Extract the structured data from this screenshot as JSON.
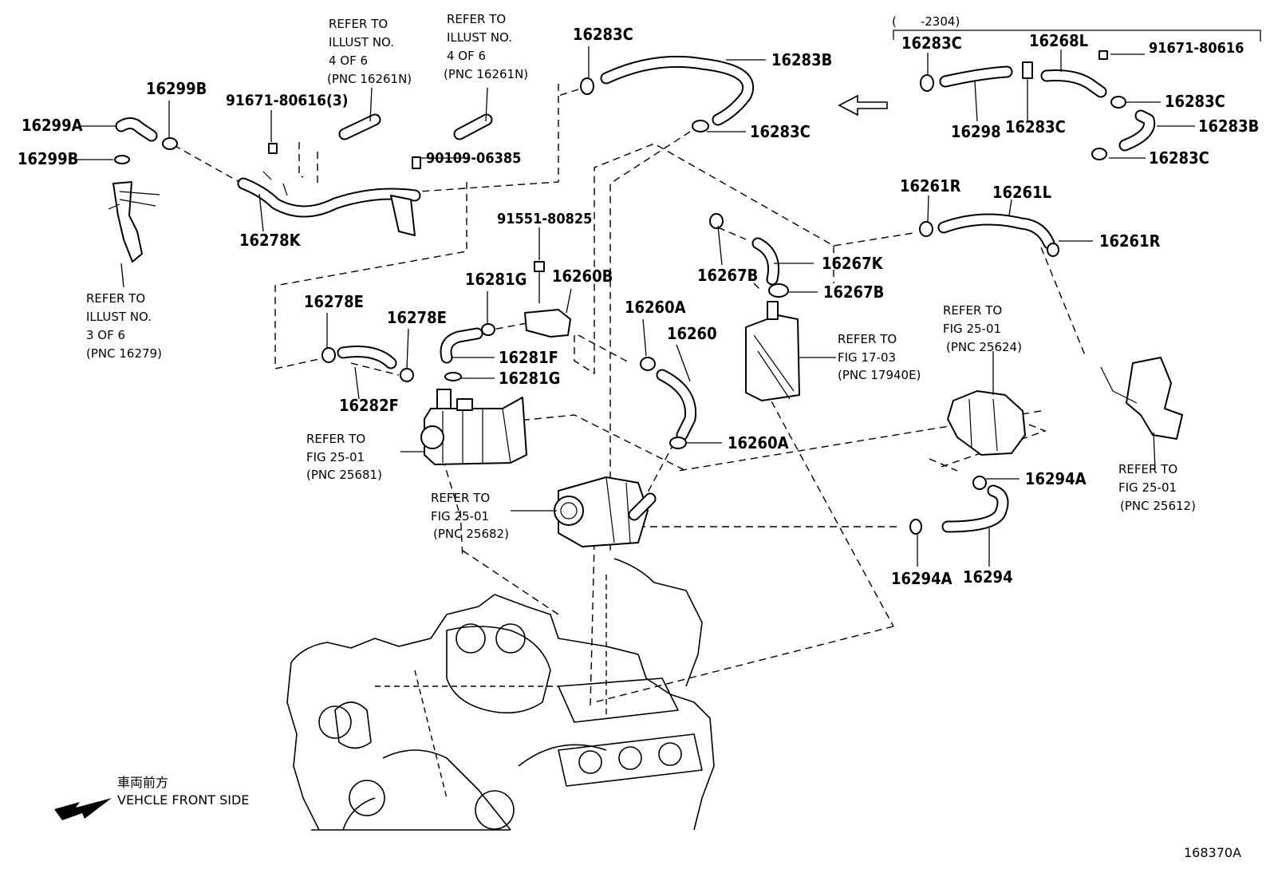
{
  "diagram_number": "168370A",
  "callouts": {
    "p16299B_top": "16299B",
    "p16299A": "16299A",
    "p16299B_left": "16299B",
    "p91671_3": "91671-80616(3)",
    "p16278K": "16278K",
    "p90109": "90109-06385",
    "p16283C_top": "16283C",
    "p16283B": "16283B",
    "p16283C_mid": "16283C",
    "p91551": "91551-80825",
    "p16281G_top": "16281G",
    "p16260B": "16260B",
    "p16281F": "16281F",
    "p16281G_bot": "16281G",
    "p16278E_left": "16278E",
    "p16278E_right": "16278E",
    "p16282F": "16282F",
    "p16260A_top": "16260A",
    "p16260": "16260",
    "p16260A_bot": "16260A",
    "p16267B_left": "16267B",
    "p16267K": "16267K",
    "p16267B_right": "16267B",
    "p16261R_left": "16261R",
    "p16261L": "16261L",
    "p16261R_right": "16261R",
    "p16294A_right": "16294A",
    "p16294A_bot": "16294A",
    "p16294": "16294",
    "inset_range": "(　　-2304)",
    "i16283C_a": "16283C",
    "i16268L": "16268L",
    "i91671": "91671-80616",
    "i16283C_b": "16283C",
    "i16298": "16298",
    "i16283C_c": "16283C",
    "i16283B": "16283B",
    "i16283C_d": "16283C"
  },
  "references": {
    "illust4a": [
      "REFER TO",
      "ILLUST NO.",
      "4 OF 6",
      "(PNC 16261N)"
    ],
    "illust4b": [
      "REFER TO",
      "ILLUST NO.",
      "4 OF 6",
      "(PNC 16261N)"
    ],
    "illust3": [
      "REFER TO",
      "ILLUST NO.",
      "3 OF 6",
      "(PNC 16279)"
    ],
    "fig2501_a": [
      "REFER TO",
      "FIG 25-01",
      "(PNC 25681)"
    ],
    "fig2501_b": [
      "REFER TO",
      "FIG 25-01",
      "(PNC 25682)"
    ],
    "fig1703": [
      "REFER TO",
      "FIG 17-03",
      "(PNC 17940E)"
    ],
    "fig2501_c": [
      "REFER TO",
      "FIG 25-01",
      "(PNC 25624)"
    ],
    "fig2501_d": [
      "REFER TO",
      "FIG 25-01",
      "(PNC 25612)"
    ]
  },
  "vehicle_front": {
    "japanese": "車両前方",
    "english": "VEHCLE FRONT SIDE"
  }
}
